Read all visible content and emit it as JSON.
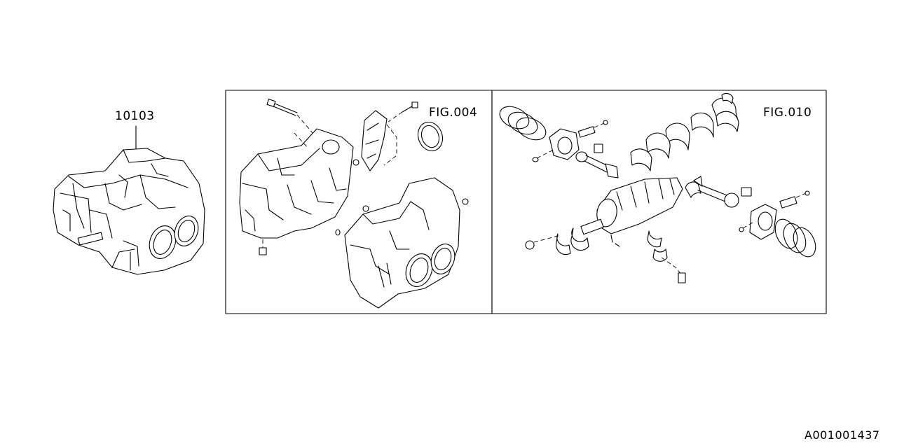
{
  "callouts": {
    "part_number": "10103",
    "fig_left": "FIG.004",
    "fig_right": "FIG.010"
  },
  "footer": {
    "diagram_id": "A001001437"
  }
}
